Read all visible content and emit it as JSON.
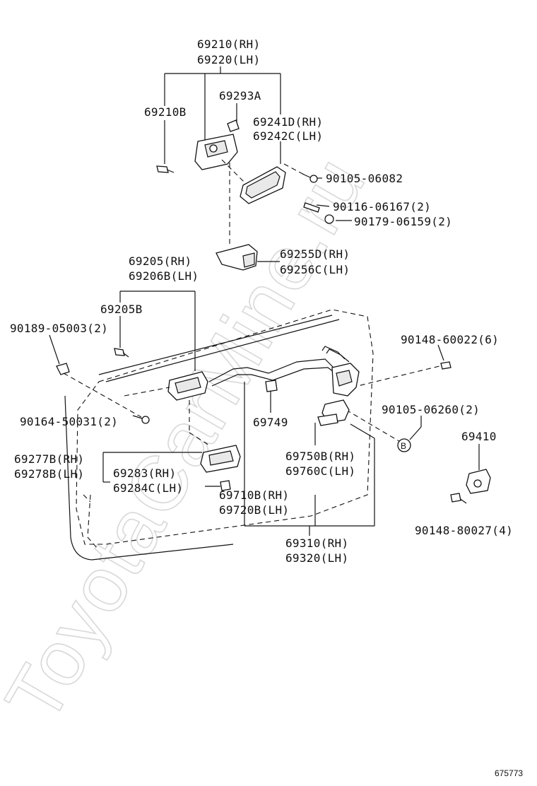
{
  "watermark": "ToyotaCarMine.ru",
  "diagram_id": "675773",
  "callout_b": "B",
  "labels": {
    "l_69210": "69210(RH)",
    "l_69220": "69220(LH)",
    "l_69293a": "69293A",
    "l_69210b": "69210B",
    "l_69241d": "69241D(RH)",
    "l_69242c": "69242C(LH)",
    "l_90105_06082": "90105-06082",
    "l_90116": "90116-06167(2)",
    "l_90179": "90179-06159(2)",
    "l_69205": "69205(RH)",
    "l_69206b": "69206B(LH)",
    "l_69255d": "69255D(RH)",
    "l_69256c": "69256C(LH)",
    "l_69205b": "69205B",
    "l_90189": "90189-05003(2)",
    "l_90148_60022": "90148-60022(6)",
    "l_90105_06260": "90105-06260(2)",
    "l_90164": "90164-50031(2)",
    "l_69749": "69749",
    "l_69410": "69410",
    "l_69277b": "69277B(RH)",
    "l_69278b": "69278B(LH)",
    "l_69283": "69283(RH)",
    "l_69284c": "69284C(LH)",
    "l_69750b": "69750B(RH)",
    "l_69760c": "69760C(LH)",
    "l_69710b": "69710B(RH)",
    "l_69720b": "69720B(LH)",
    "l_69310": "69310(RH)",
    "l_69320": "69320(LH)",
    "l_90148_80027": "90148-80027(4)"
  }
}
